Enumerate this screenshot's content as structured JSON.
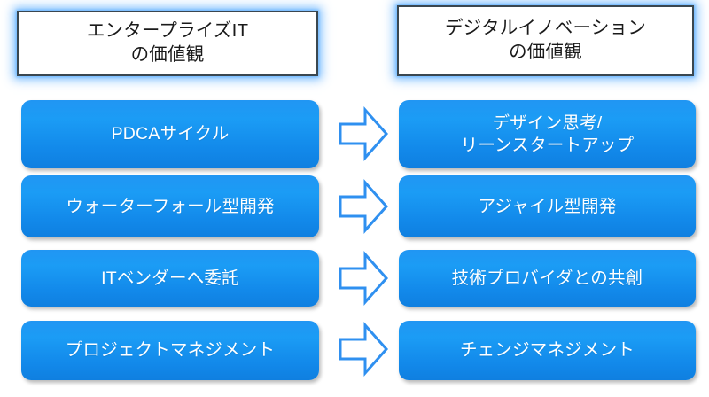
{
  "slide": {
    "background_color": "#ffffff",
    "accent_color": "#1b9cf5",
    "glow_color": "#60b0ff",
    "header_border_color": "#3a4750",
    "item_text_color": "#ffffff",
    "header_text_color": "#1a1a1a"
  },
  "headers": {
    "left": "エンタープライズIT\nの価値観",
    "right": "デジタルイノベーション\nの価値観"
  },
  "rows": [
    {
      "left": "PDCAサイクル",
      "arrow": "right-arrow-icon",
      "right": "デザイン思考/\nリーンスタートアップ"
    },
    {
      "left": "ウォーターフォール型開発",
      "arrow": "right-arrow-icon",
      "right": "アジャイル型開発"
    },
    {
      "left": "ITベンダーへ委託",
      "arrow": "right-arrow-icon",
      "right": "技術プロバイダとの共創"
    },
    {
      "left": "プロジェクトマネジメント",
      "arrow": "right-arrow-icon",
      "right": "チェンジマネジメント"
    }
  ]
}
